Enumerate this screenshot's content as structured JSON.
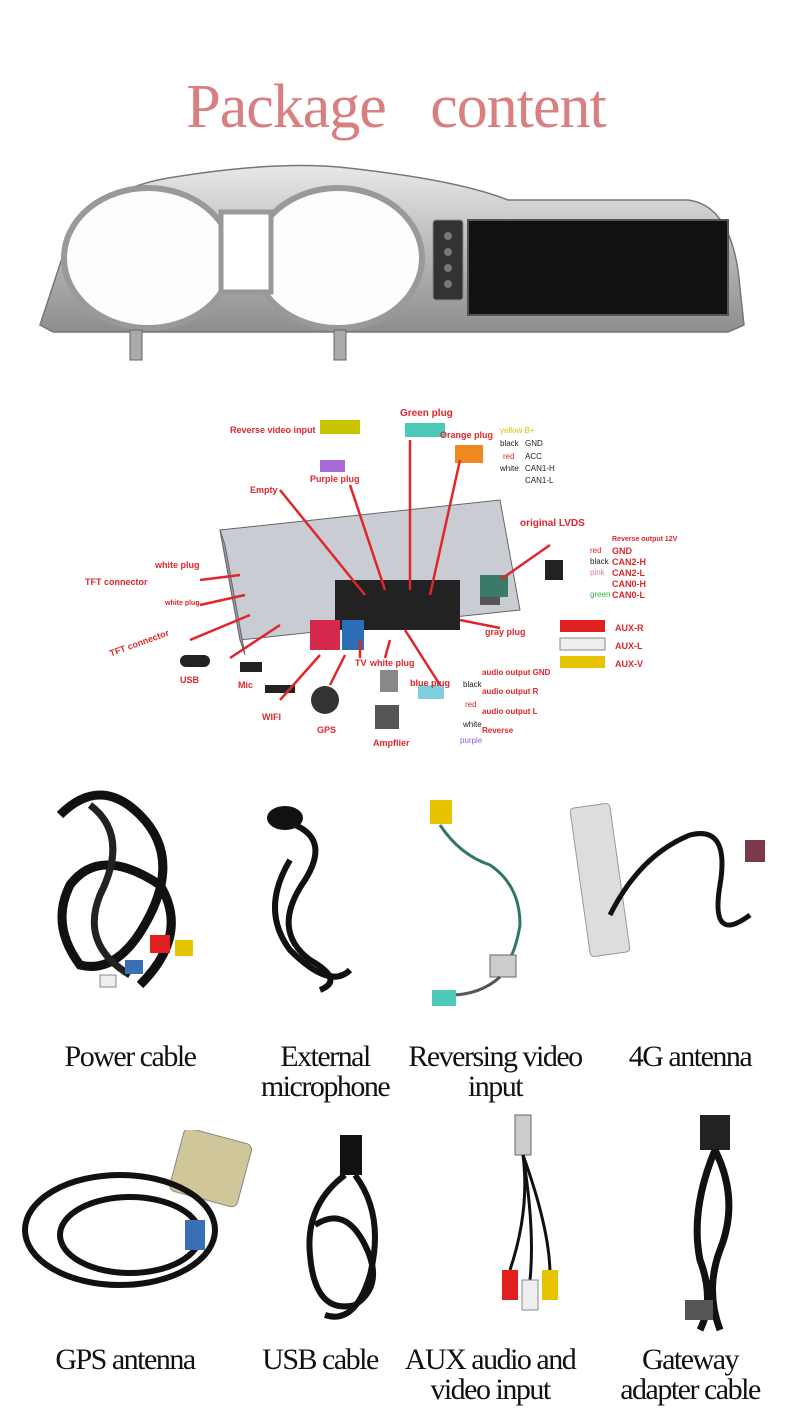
{
  "title": "Package  content",
  "diagram": {
    "labels_red": {
      "reverse_video_input": "Reverse video input",
      "green_plug": "Green plug",
      "orange_plug": "Orange plug",
      "purple_plug": "Purple plug",
      "empty": "Empty",
      "original_lvds": "original LVDS",
      "white_plug_top": "white plug",
      "tft_connector_1": "TFT connector",
      "white_plug_small": "white plug",
      "tft_connector_2": "TFT connector",
      "usb": "USB",
      "mic": "Mic",
      "wifi": "WIFI",
      "gps": "GPS",
      "tv": "TV",
      "white_plug_bottom": "white plug",
      "blue_plug": "blue plug",
      "ampflier": "Ampflier",
      "gray_plug": "gray plug",
      "aux_r": "AUX-R",
      "aux_l": "AUX-L",
      "aux_v": "AUX-V",
      "reverse_output": "Reverse output 12V",
      "gnd": "GND",
      "can2h": "CAN2-H",
      "can2l": "CAN2-L",
      "can0h": "CAN0-H",
      "can0l": "CAN0-L",
      "audio_gnd": "audio output GND",
      "audio_r": "audio output R",
      "audio_l": "audio output L",
      "reverse": "Reverse"
    },
    "labels_black": {
      "yellow": "yellow  B+",
      "black_gnd": "black",
      "gnd2": "GND",
      "red_acc": "red",
      "acc": "ACC",
      "white_can": "white",
      "can1h": "CAN1-H",
      "can1l": "CAN1-L",
      "red2": "red",
      "black2": "black",
      "pink": "pink",
      "green": "green",
      "black3": "black",
      "red3": "red",
      "white3": "white",
      "purple": "purple"
    }
  },
  "items": [
    {
      "caption": "Power cable"
    },
    {
      "caption": "External microphone"
    },
    {
      "caption": "Reversing video input"
    },
    {
      "caption": "4G antenna"
    },
    {
      "caption": "GPS antenna"
    },
    {
      "caption": "USB cable"
    },
    {
      "caption": "AUX audio and video input"
    },
    {
      "caption": "Gateway adapter cable"
    }
  ],
  "captions_lines": [
    [
      "Power cable"
    ],
    [
      "External",
      "microphone"
    ],
    [
      "Reversing video",
      "input"
    ],
    [
      "4G antenna"
    ],
    [
      "GPS antenna"
    ],
    [
      "USB cable"
    ],
    [
      "AUX audio and",
      "video input"
    ],
    [
      "Gateway",
      "adapter cable"
    ]
  ]
}
